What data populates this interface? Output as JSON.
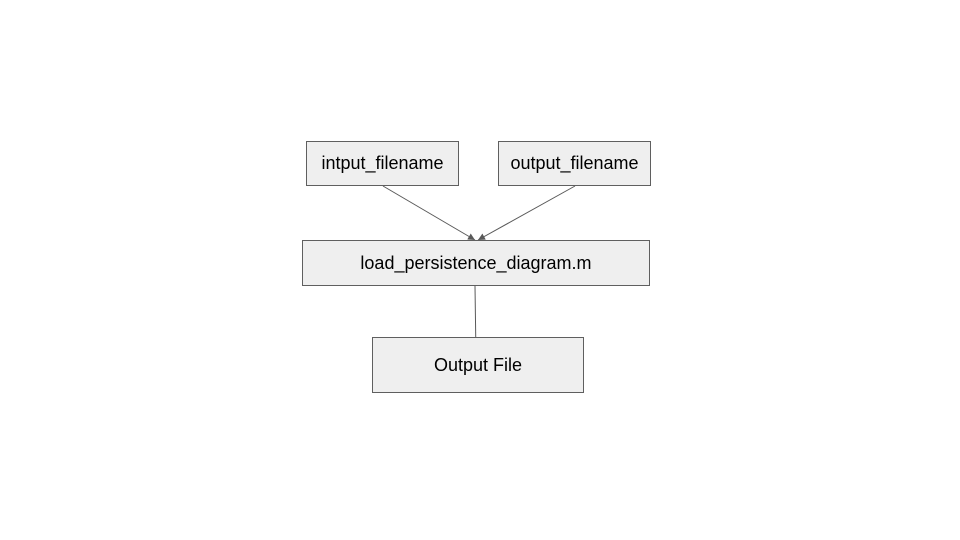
{
  "colors": {
    "node_fill": "#efefef",
    "node_border": "#5f5f5f",
    "edge": "#595959",
    "text": "#000000"
  },
  "nodes": {
    "input_filename": {
      "label": "intput_filename"
    },
    "output_filename": {
      "label": "output_filename"
    },
    "script": {
      "label": "load_persistence_diagram.m"
    },
    "output_file": {
      "label": "Output File"
    }
  },
  "edges": [
    {
      "from": "input_filename",
      "to": "script"
    },
    {
      "from": "output_filename",
      "to": "script"
    },
    {
      "from": "script",
      "to": "output_file"
    }
  ]
}
